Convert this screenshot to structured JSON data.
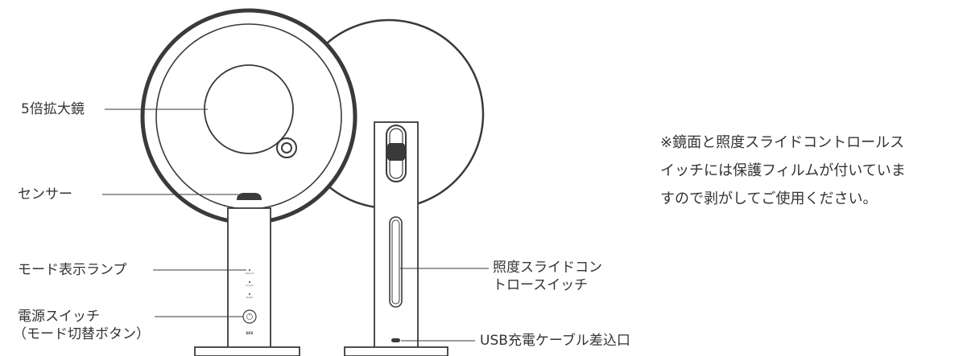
{
  "labels": {
    "magnifier": "5倍拡大鏡",
    "sensor": "センサー",
    "mode_lamp": "モード表示ランプ",
    "power_line1": "電源スイッチ",
    "power_line2": "（モード切替ボタン）",
    "light_line1": "照度スライドコン",
    "light_line2": "トロースイッチ",
    "usb": "USB充電ケーブル差込口"
  },
  "note": {
    "line1": "※鏡面と照度スライドコントロールス",
    "line2": "イッチには保護フィルムが付いていま",
    "line3": "すので剥がしてご使用ください。"
  },
  "stand_text": {
    "mode1": "Natural",
    "mode2": "Single",
    "mode3": "Night",
    "brand": "EKS"
  },
  "colors": {
    "stroke": "#3a3a3a",
    "text": "#333333"
  }
}
